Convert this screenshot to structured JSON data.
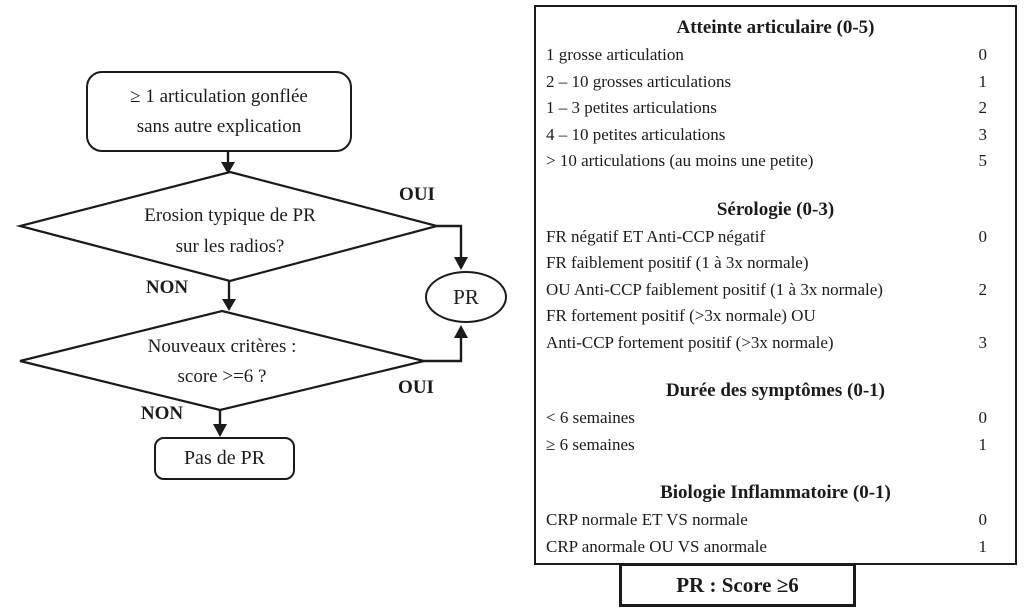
{
  "flowchart": {
    "start": {
      "line1": "≥ 1 articulation gonflée",
      "line2": "sans autre explication"
    },
    "decision1": {
      "line1": "Erosion typique de PR",
      "line2": "sur les radios?",
      "yes": "OUI",
      "no": "NON"
    },
    "decision2": {
      "line1": "Nouveaux critères :",
      "line2": "score >=6 ?",
      "yes": "OUI",
      "no": "NON"
    },
    "pr_label": "PR",
    "no_pr_label": "Pas de PR"
  },
  "score_panel": {
    "sections": [
      {
        "heading": "Atteinte articulaire (0-5)",
        "rows": [
          {
            "label": "1 grosse articulation",
            "score": "0"
          },
          {
            "label": "2 – 10 grosses articulations",
            "score": "1"
          },
          {
            "label": "1 – 3 petites articulations",
            "score": "2"
          },
          {
            "label": "4 – 10 petites articulations",
            "score": "3"
          },
          {
            "label": "> 10 articulations (au moins une petite)",
            "score": "5"
          }
        ]
      },
      {
        "heading": "Sérologie (0-3)",
        "rows": [
          {
            "label": "FR négatif ET Anti-CCP négatif",
            "score": "0"
          },
          {
            "label": "FR faiblement positif (1 à 3x normale)",
            "score": ""
          },
          {
            "label": "OU Anti-CCP faiblement positif (1 à 3x normale)",
            "score": "2"
          },
          {
            "label": "FR fortement positif (>3x normale) OU",
            "score": ""
          },
          {
            "label": "Anti-CCP fortement positif (>3x normale)",
            "score": "3"
          }
        ]
      },
      {
        "heading": "Durée des symptômes (0-1)",
        "rows": [
          {
            "label": "< 6 semaines",
            "score": "0"
          },
          {
            "label": "≥ 6 semaines",
            "score": "1"
          }
        ]
      },
      {
        "heading": "Biologie Inflammatoire (0-1)",
        "rows": [
          {
            "label": "CRP normale ET VS normale",
            "score": "0"
          },
          {
            "label": "CRP anormale OU VS anormale",
            "score": "1"
          }
        ]
      }
    ],
    "footer": "PR : Score ≥6"
  },
  "colors": {
    "ink": "#1b1b1b",
    "background": "#ffffff"
  }
}
